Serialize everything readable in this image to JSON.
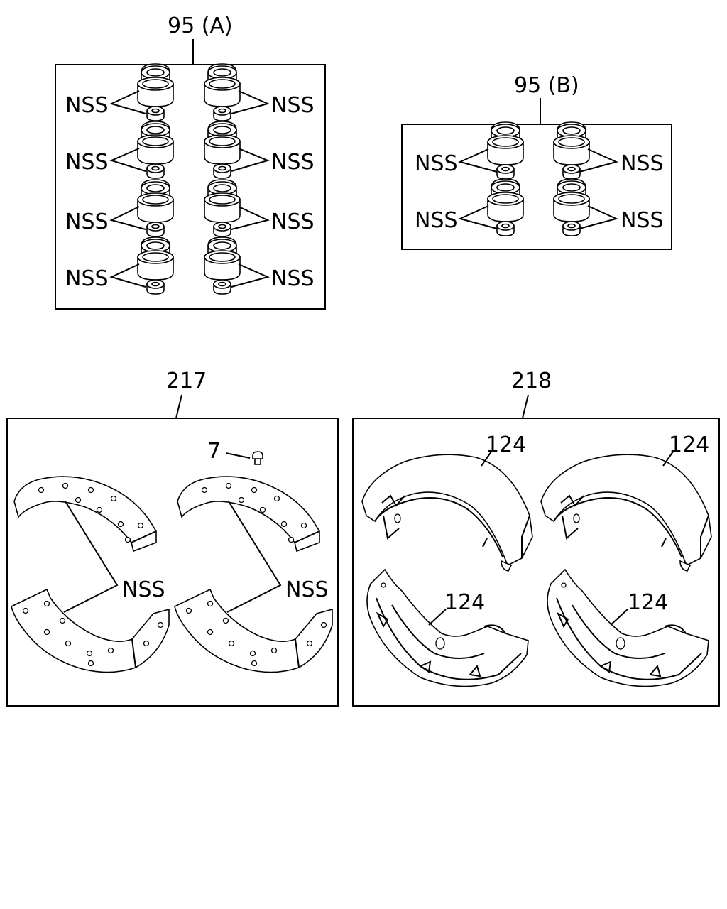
{
  "groups": [
    {
      "id": "95a",
      "label": "95 (A)"
    },
    {
      "id": "95b",
      "label": "95 (B)"
    },
    {
      "id": "217",
      "label": "217"
    },
    {
      "id": "218",
      "label": "218"
    }
  ],
  "callouts": {
    "nss": "NSS",
    "rivet": "7",
    "shoe": "124"
  }
}
